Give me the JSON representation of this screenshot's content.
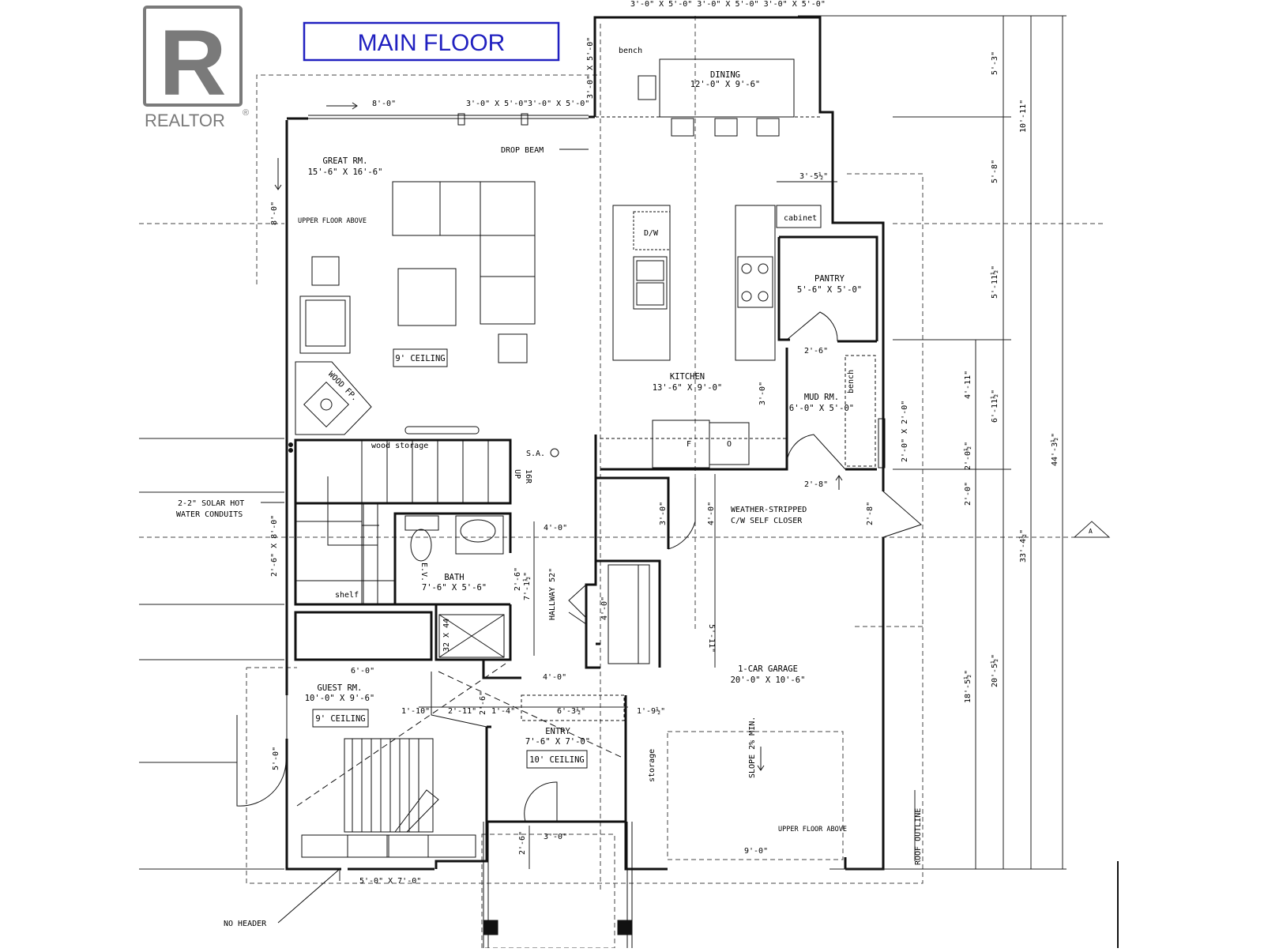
{
  "title": "MAIN FLOOR",
  "watermark": {
    "mark": "R",
    "text": "REALTOR",
    "registered": "®"
  },
  "colors": {
    "ink": "#000000",
    "title": "#2020c0",
    "logo": "#7a7a7a",
    "wall": "#111111"
  },
  "rooms": {
    "great": {
      "name": "GREAT RM.",
      "size": "15'-6\" X 16'-6\"",
      "note": "9' CEILING"
    },
    "dining": {
      "name": "DINING",
      "size": "12'-0\" X 9'-6\""
    },
    "kitchen": {
      "name": "KITCHEN",
      "size": "13'-6\" X 9'-0\""
    },
    "pantry": {
      "name": "PANTRY",
      "size": "5'-6\" X 5'-0\""
    },
    "mud": {
      "name": "MUD RM.",
      "size": "6'-0\" X 5'-0\""
    },
    "bath": {
      "name": "BATH",
      "size": "7'-6\" X 5'-6\""
    },
    "guest": {
      "name": "GUEST RM.",
      "size": "10'-0\" X 9'-6\"",
      "note": "9' CEILING"
    },
    "entry": {
      "name": "ENTRY",
      "size": "7'-6\" X 7'-0\"",
      "note": "10' CEILING"
    },
    "garage": {
      "name": "1-CAR GARAGE",
      "size": "20'-0\" X 10'-6\""
    }
  },
  "labels": {
    "bench_top": "bench",
    "bench_mud": "bench",
    "drop_beam": "DROP BEAM",
    "upper_floor_left": "UPPER FLOOR ABOVE",
    "upper_floor_garage": "UPPER FLOOR ABOVE",
    "cabinet": "cabinet",
    "dw": "D/W",
    "wood_fp": "WOOD FP.",
    "wood_storage": "wood storage",
    "sa": "S.A.",
    "up": "UP",
    "risers": "16R",
    "shelf": "shelf",
    "shower": "32 X 44",
    "ev": "E.V.",
    "hallway": "HALLWAY 52\"",
    "storage": "storage",
    "slope": "SLOPE 2% MIN.",
    "roof_outline": "ROOF OUTLINE",
    "no_header": "NO HEADER",
    "solar_line1": "2-2\" SOLAR HOT",
    "solar_line2": "WATER CONDUITS",
    "weather_line1": "WEATHER-STRIPPED",
    "weather_line2": "C/W SELF CLOSER",
    "fridge": "F",
    "oven": "O",
    "section": "A"
  },
  "dimensions": {
    "top_windows": "3'-0\" X 5'-0\"  3'-0\" X 5'-0\"  3'-0\" X 5'-0\"",
    "slider_8": "8'-0\"",
    "win_a": "3'-0\" X 5'-0\"",
    "win_b": "3'-0\" X 5'-0\"",
    "win_dining_side": "3'-0\" X 5'-0\"",
    "left_8": "8'-0\"",
    "cab_3_5": "3'-5½\"",
    "pantry_2_6": "2'-6\"",
    "kitchen_3_0": "3'-0\"",
    "mud_2_8": "2'-8\"",
    "door_3_0": "3'-0\"",
    "door_4_0": "4'-0\"",
    "hall_4_0": "4'-0\"",
    "garage_2_8": "2'-8\"",
    "left_2_6x8": "2'-6\" X 8'-0\"",
    "bath_2_6": "2'-6\"",
    "bath_7_1": "7'-1½\"",
    "closet_4_0": "4'-0\"",
    "garage_5_11": "5'-11\"",
    "hall_4_0b": "4'-0\"",
    "guest_6_0": "6'-0\"",
    "d_1_10": "1'-10\"",
    "d_2_11": "2'-11\"",
    "d_2_6": "2'-6\"",
    "d_1_4": "1'-4\"",
    "d_6_3": "6'-3½\"",
    "d_1_9": "1'-9½\"",
    "guest_5_0": "5'-0\"",
    "porch_2_6": "2'-6\"",
    "porch_3_0": "3'-0\"",
    "garage_9_0": "9'-0\"",
    "win_5x7": "5'-0\" X 7'-0\"",
    "mud_2_0x2_0": "2'-0\" X 2'-0\"",
    "r_5_3": "5'-3\"",
    "r_5_8": "5'-8\"",
    "r_5_11": "5'-11½\"",
    "r_10_11": "10'-11\"",
    "r_4_11": "4'-11\"",
    "r_2_0a": "2'-0½\"",
    "r_2_0b": "2'-0\"",
    "r_6_11": "6'-11½\"",
    "r_18_5": "18'-5½\"",
    "r_20_5": "20'-5½\"",
    "r_33_4": "33'-4½\"",
    "r_44_3": "44'-3½\""
  }
}
